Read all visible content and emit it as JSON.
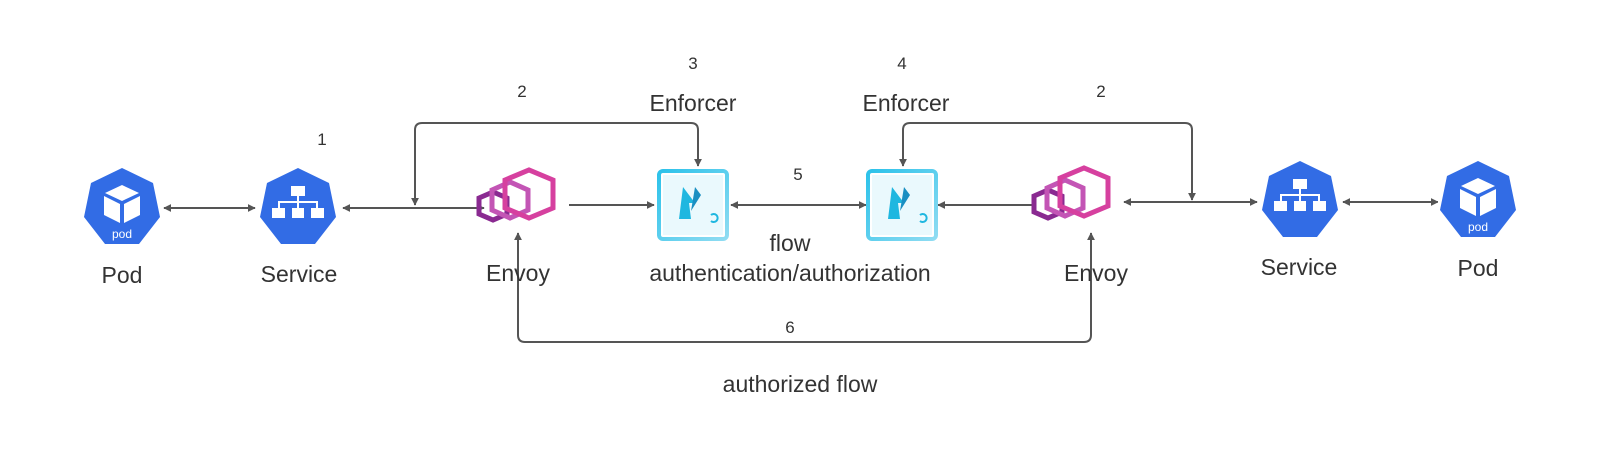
{
  "nodes": {
    "pod_left": {
      "label": "Pod",
      "icon": "pod-cube-icon",
      "badge": "pod"
    },
    "svc_left": {
      "label": "Service",
      "icon": "service-tree-icon"
    },
    "envoy_left": {
      "label": "Envoy",
      "icon": "envoy-hexagon-icon"
    },
    "enforcer_left": {
      "label": "Enforcer",
      "icon": "enforcer-icon",
      "step": "3"
    },
    "enforcer_right": {
      "label": "Enforcer",
      "icon": "enforcer-icon",
      "step": "4"
    },
    "envoy_right": {
      "label": "Envoy",
      "icon": "envoy-hexagon-icon"
    },
    "svc_right": {
      "label": "Service",
      "icon": "service-tree-icon"
    },
    "pod_right": {
      "label": "Pod",
      "icon": "pod-cube-icon",
      "badge": "pod"
    }
  },
  "edges": {
    "step1": "1",
    "step2_left": "2",
    "step2_right": "2",
    "step5": "5",
    "step6": "6",
    "flow_label_line1": "flow",
    "flow_label_line2": "authentication/authorization",
    "authorized_flow": "authorized flow"
  },
  "colors": {
    "k8s_blue": "#326ce5",
    "envoy_pink": "#d6409f",
    "envoy_purple": "#8a2a91",
    "enforcer_cyan": "#1fb7e0",
    "arrow": "#555555",
    "text": "#333333"
  }
}
